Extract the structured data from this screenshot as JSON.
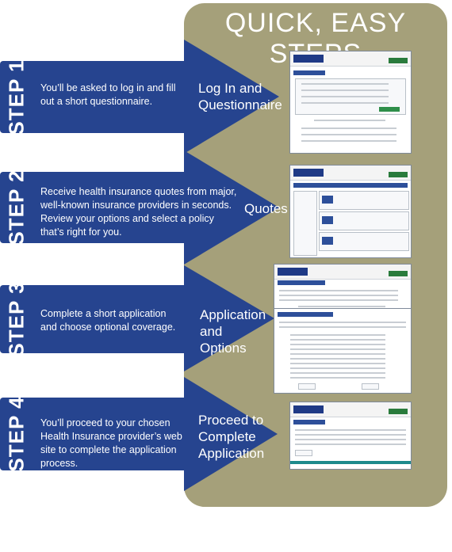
{
  "header": {
    "title": "QUICK, EASY STEPS"
  },
  "steps": [
    {
      "label": "STEP 1",
      "description": "You’ll be asked to log in and fill out a short questionnaire.",
      "title": "Log In and Questionnaire"
    },
    {
      "label": "STEP 2",
      "description": "Receive health insurance quotes from major, well-known insurance providers in seconds. Review your options and select a policy that’s right for you.",
      "title": "Quotes"
    },
    {
      "label": "STEP 3",
      "description": "Complete a short application and choose optional coverage.",
      "title": "Application and Options"
    },
    {
      "label": "STEP 4",
      "description": "You’ll proceed to your chosen Health Insurance provider’s web site to complete the application process.",
      "title": "Proceed to Complete Application"
    }
  ],
  "colors": {
    "navy": "#26448f",
    "olive": "#a5a07a"
  }
}
